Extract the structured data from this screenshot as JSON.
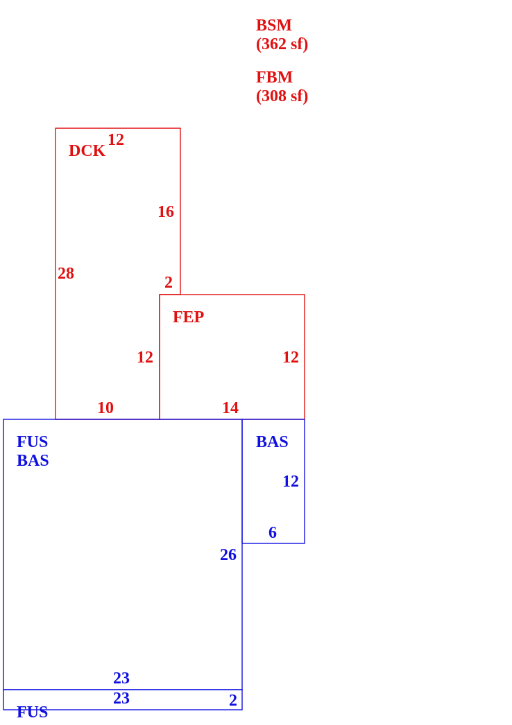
{
  "legend": [
    {
      "code": "BSM",
      "area": "(362 sf)"
    },
    {
      "code": "FBM",
      "area": "(308 sf)"
    }
  ],
  "areas": {
    "dck": {
      "name": "DCK",
      "dims": {
        "top": "12",
        "right_upper": "16",
        "left": "28",
        "step": "2",
        "bottom": "10"
      }
    },
    "fep": {
      "name": "FEP",
      "dims": {
        "left": "12",
        "right": "12",
        "bottom": "14"
      }
    },
    "main": {
      "names": [
        "FUS",
        "BAS"
      ],
      "dims": {
        "right": "26",
        "bottom": "23"
      }
    },
    "bas_side": {
      "name": "BAS",
      "dims": {
        "right": "12",
        "bottom": "6"
      }
    },
    "strip": {
      "name": "FUS",
      "dims": {
        "top": "23",
        "right": "2"
      }
    }
  },
  "colors": {
    "upper_level": "#e01010",
    "lower_level": "#1010e0"
  }
}
